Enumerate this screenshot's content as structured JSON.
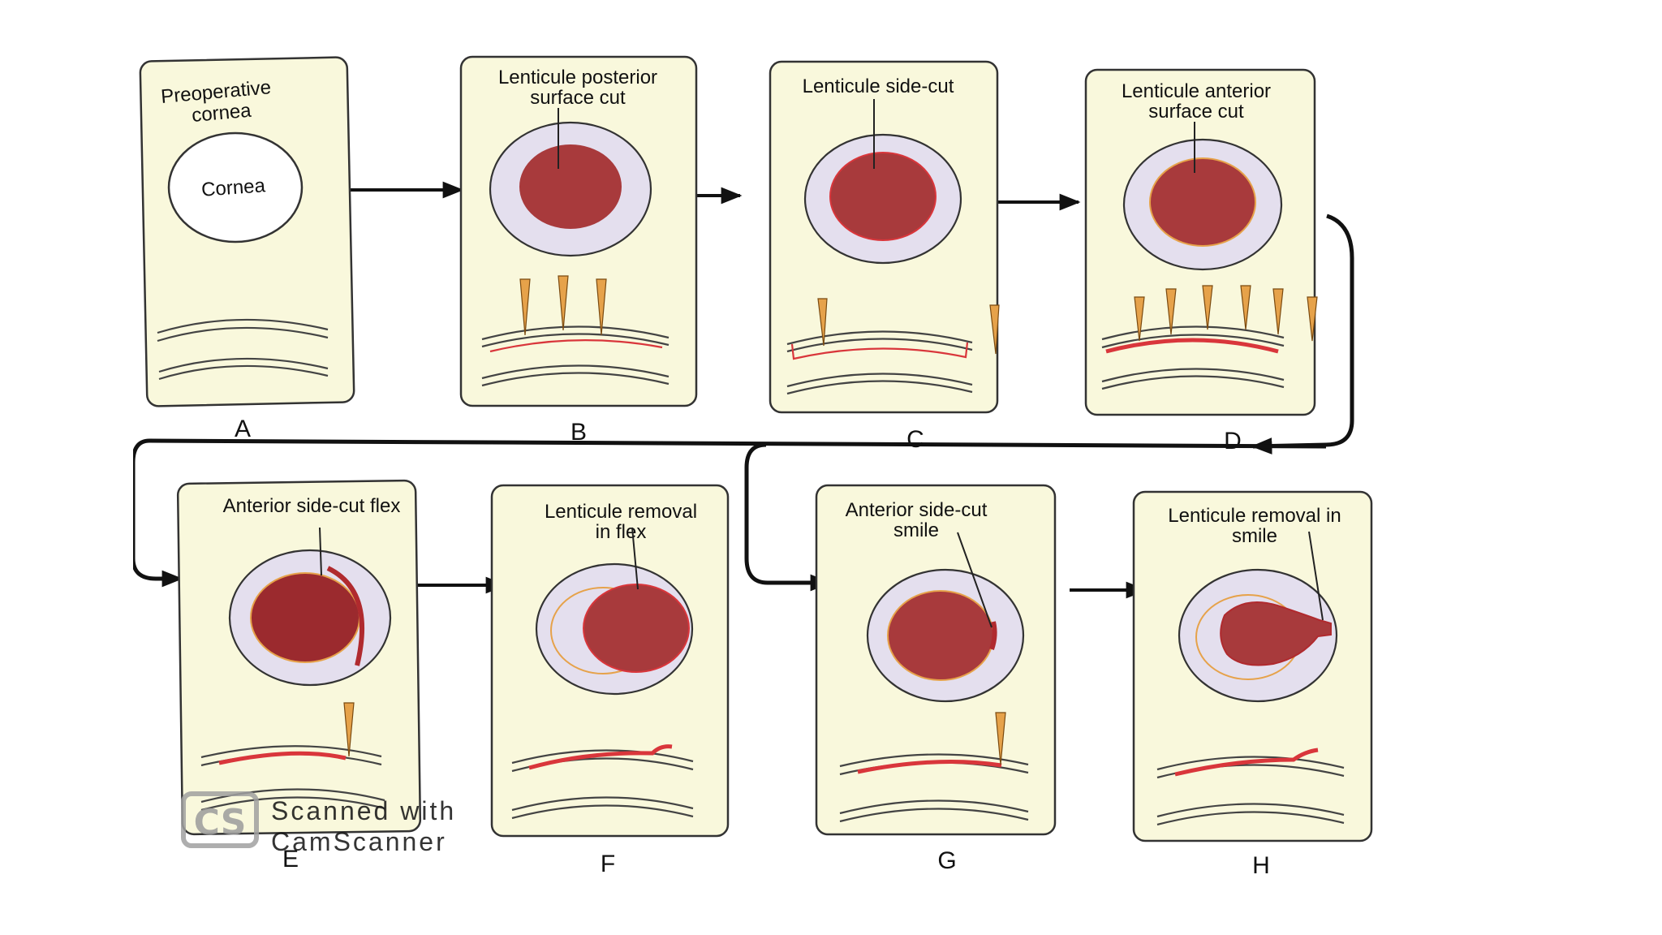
{
  "panels": [
    {
      "letter": "A",
      "title_lines": [
        "Preoperative",
        "cornea"
      ],
      "circle_label": "Cornea"
    },
    {
      "letter": "B",
      "title_lines": [
        "Lenticule posterior",
        "surface cut"
      ]
    },
    {
      "letter": "C",
      "title_lines": [
        "Lenticule side-cut"
      ]
    },
    {
      "letter": "D",
      "title_lines": [
        "Lenticule anterior",
        "surface cut"
      ]
    },
    {
      "letter": "E",
      "title_lines": [
        "Anterior side-cut flex"
      ]
    },
    {
      "letter": "F",
      "title_lines": [
        "Lenticule removal",
        "in flex"
      ]
    },
    {
      "letter": "G",
      "title_lines": [
        "Anterior side-cut",
        "smile"
      ]
    },
    {
      "letter": "H",
      "title_lines": [
        "Lenticule removal in",
        "smile"
      ]
    }
  ],
  "watermark": {
    "logo": "CS",
    "line1": "Scanned with",
    "line2": "CamScanner"
  },
  "colors": {
    "lenticule": "#a83a3c",
    "lenticule_dark": "#9b2a2e",
    "cut_red": "#d9363b",
    "laser_cone": "#e6a24a",
    "eye_ring": "#e4dfee",
    "panel_bg": "#f7f8e2",
    "arrow": "#111111"
  }
}
